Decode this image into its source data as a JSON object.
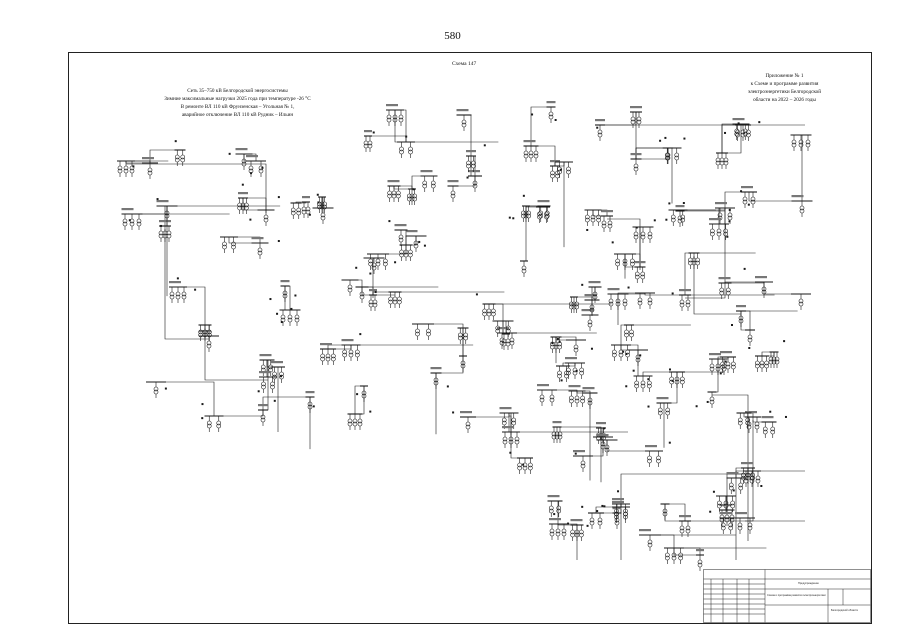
{
  "page": {
    "number": "580"
  },
  "header": {
    "scheme_label": "Схема 147",
    "left_title": {
      "line1": "Сеть 35–750 кВ Белгородской энергосистемы",
      "line2": "Зимние максимальные нагрузки 2025 года при температуре -26 °С",
      "line3": "В ремонте ВЛ 110 кВ Фрунзенская – Угольная № 1,",
      "line4": "аварийное отключение ВЛ 110 кВ Рудник – Ильин"
    },
    "right_title": {
      "line1": "Приложение № 1",
      "line2": "к Схеме и программе развития",
      "line3": "электроэнергетики Белгородской",
      "line4": "области на 2022 – 2026 годы"
    }
  },
  "title_block": {
    "row1": "Предупреждение",
    "row2": "Схема и программа развития электроэнергетики",
    "row3": "Белгородской области"
  },
  "colors": {
    "line": "#1a1a1a",
    "background": "#ffffff"
  }
}
